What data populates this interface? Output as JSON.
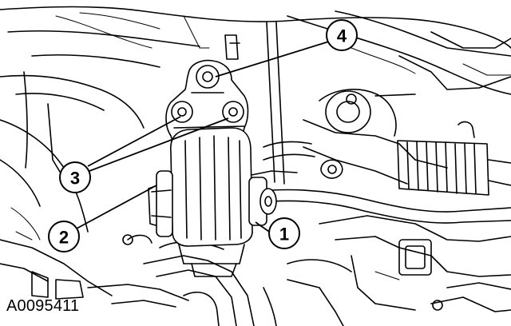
{
  "figure_id": "A0095411",
  "callouts": {
    "c1": "1",
    "c2": "2",
    "c3": "3",
    "c4": "4"
  },
  "colors": {
    "line": "#000000",
    "background": "#ffffff"
  }
}
